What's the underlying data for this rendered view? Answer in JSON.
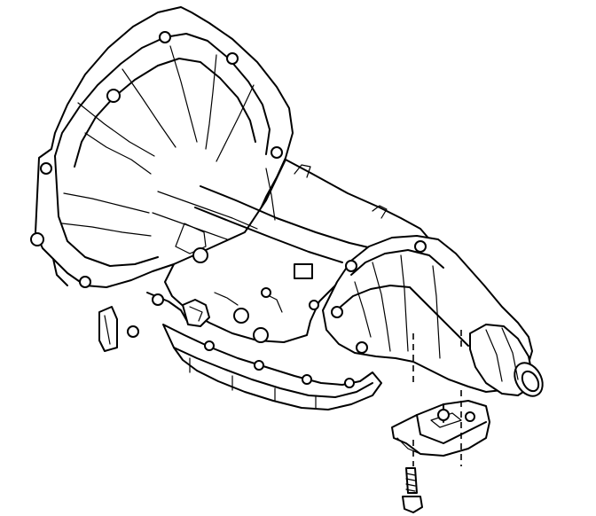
{
  "figure": {
    "subject": "transmission-assembly-line-art",
    "parts": [
      "bell-housing",
      "transmission-case",
      "oil-pan",
      "extension-housing",
      "output-shaft",
      "mount",
      "mount-bolt"
    ]
  },
  "colors": {
    "line": "#000000",
    "background": "#ffffff"
  }
}
